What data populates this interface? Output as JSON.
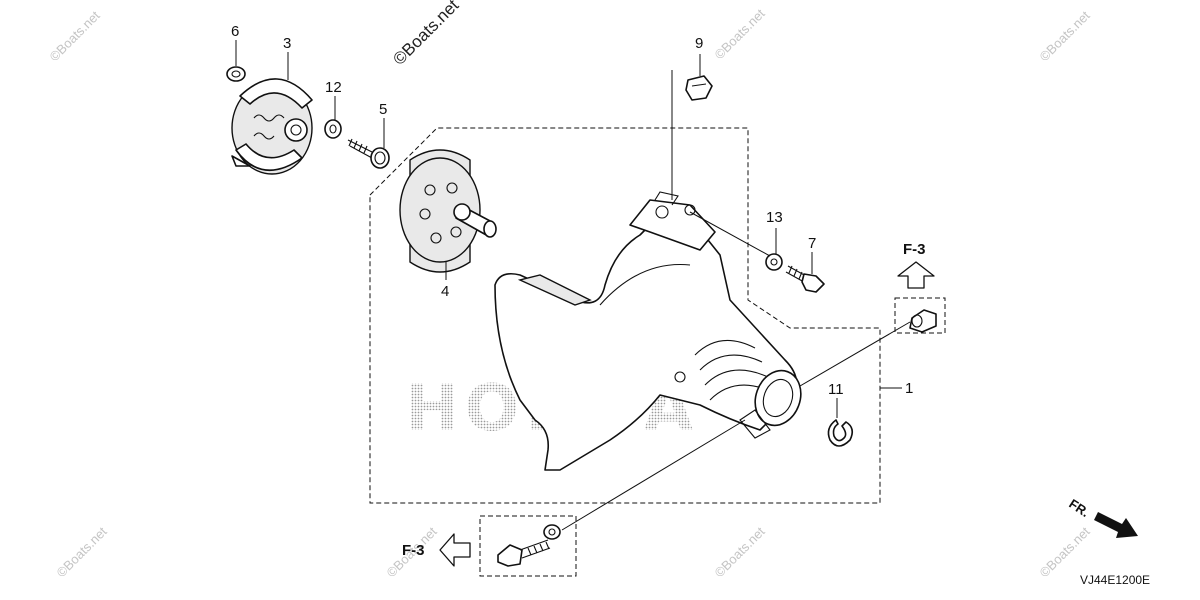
{
  "callouts": {
    "c1": "1",
    "c3": "3",
    "c4": "4",
    "c5": "5",
    "c6": "6",
    "c7": "7",
    "c9": "9",
    "c11": "11",
    "c12": "12",
    "c13": "13"
  },
  "references": {
    "f3_top": "F-3",
    "f3_bottom": "F-3"
  },
  "direction": {
    "front_label": "FR."
  },
  "diagram_code": "VJ44E1200E",
  "watermarks": {
    "main": "©Boats.net",
    "faint": "©Boats.net"
  },
  "brand_mark": "HONDA",
  "colors": {
    "line": "#111111",
    "background": "#ffffff",
    "watermark": "#c4c4c4",
    "part_shade": "#e9e9e9"
  }
}
